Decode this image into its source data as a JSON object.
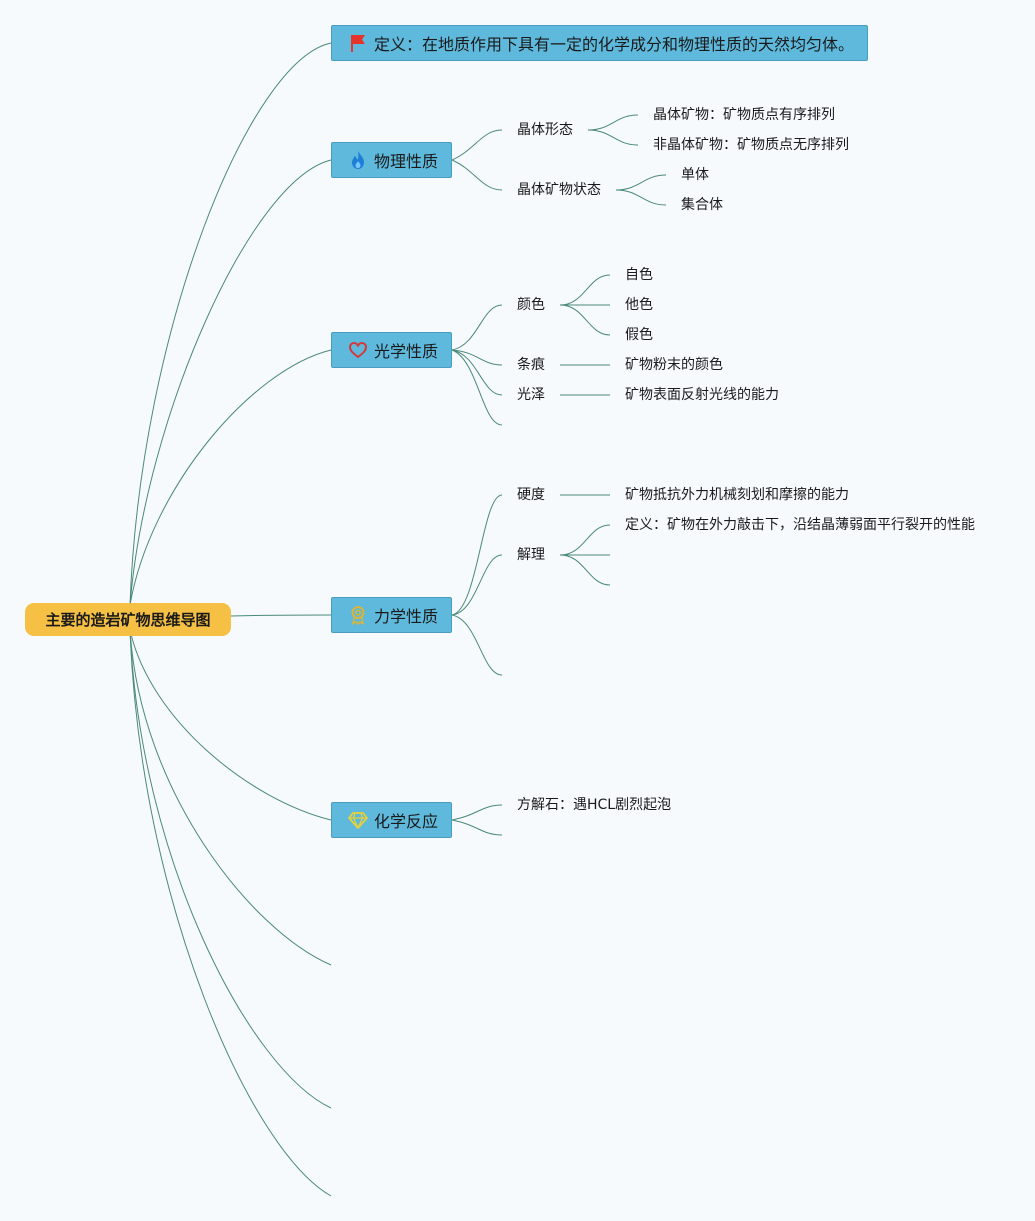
{
  "mindmap": {
    "root": {
      "label": "主要的造岩矿物思维导图"
    },
    "definition": {
      "label": "定义：在地质作用下具有一定的化学成分和物理性质的天然均匀体。",
      "icon": "flag-icon"
    },
    "physical": {
      "label": "物理性质",
      "icon": "flame-icon",
      "crystal_form": {
        "label": "晶体形态",
        "items": [
          "晶体矿物：矿物质点有序排列",
          "非晶体矿物：矿物质点无序排列"
        ]
      },
      "crystal_state": {
        "label": "晶体矿物状态",
        "items": [
          "单体",
          "集合体"
        ]
      }
    },
    "optical": {
      "label": "光学性质",
      "icon": "heart-icon",
      "color": {
        "label": "颜色",
        "items": [
          "自色",
          "他色",
          "假色"
        ]
      },
      "streak": {
        "label": "条痕",
        "desc": "矿物粉末的颜色"
      },
      "luster": {
        "label": "光泽",
        "desc": "矿物表面反射光线的能力"
      }
    },
    "mechanical": {
      "label": "力学性质",
      "icon": "award-icon",
      "hardness": {
        "label": "硬度",
        "desc": "矿物抵抗外力机械刻划和摩擦的能力"
      },
      "cleavage": {
        "label": "解理",
        "desc": "定义：矿物在外力敲击下，沿结晶薄弱面平行裂开的性能"
      }
    },
    "chemical": {
      "label": "化学反应",
      "icon": "diamond-icon",
      "calcite": {
        "label": "方解石：遇HCL剧烈起泡"
      }
    }
  },
  "colors": {
    "root_fill": "#f5c044",
    "main_fill": "#5eb9dc",
    "link": "#4a8a75",
    "background": "#f7fafd",
    "flag": "#e8332a",
    "flame": "#1e7fd6",
    "heart": "#d43a3a",
    "award": "#d8b63a",
    "diamond": "#e6d23a"
  }
}
